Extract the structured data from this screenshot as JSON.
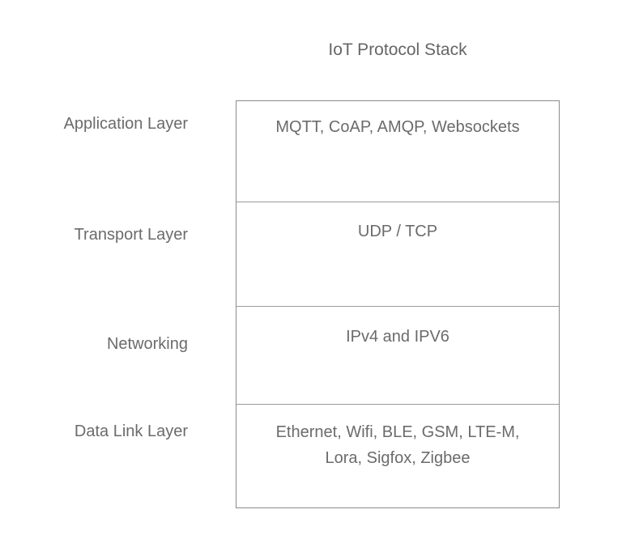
{
  "title": "IoT Protocol Stack",
  "layers": [
    {
      "name": "Application Layer",
      "protocols": "MQTT, CoAP, AMQP, Websockets"
    },
    {
      "name": "Transport Layer",
      "protocols": "UDP / TCP"
    },
    {
      "name": "Networking",
      "protocols": "IPv4 and IPV6"
    },
    {
      "name": "Data Link Layer",
      "protocols": "Ethernet, Wifi, BLE, GSM, LTE-M,",
      "protocols_line2": "Lora, Sigfox, Zigbee"
    }
  ]
}
